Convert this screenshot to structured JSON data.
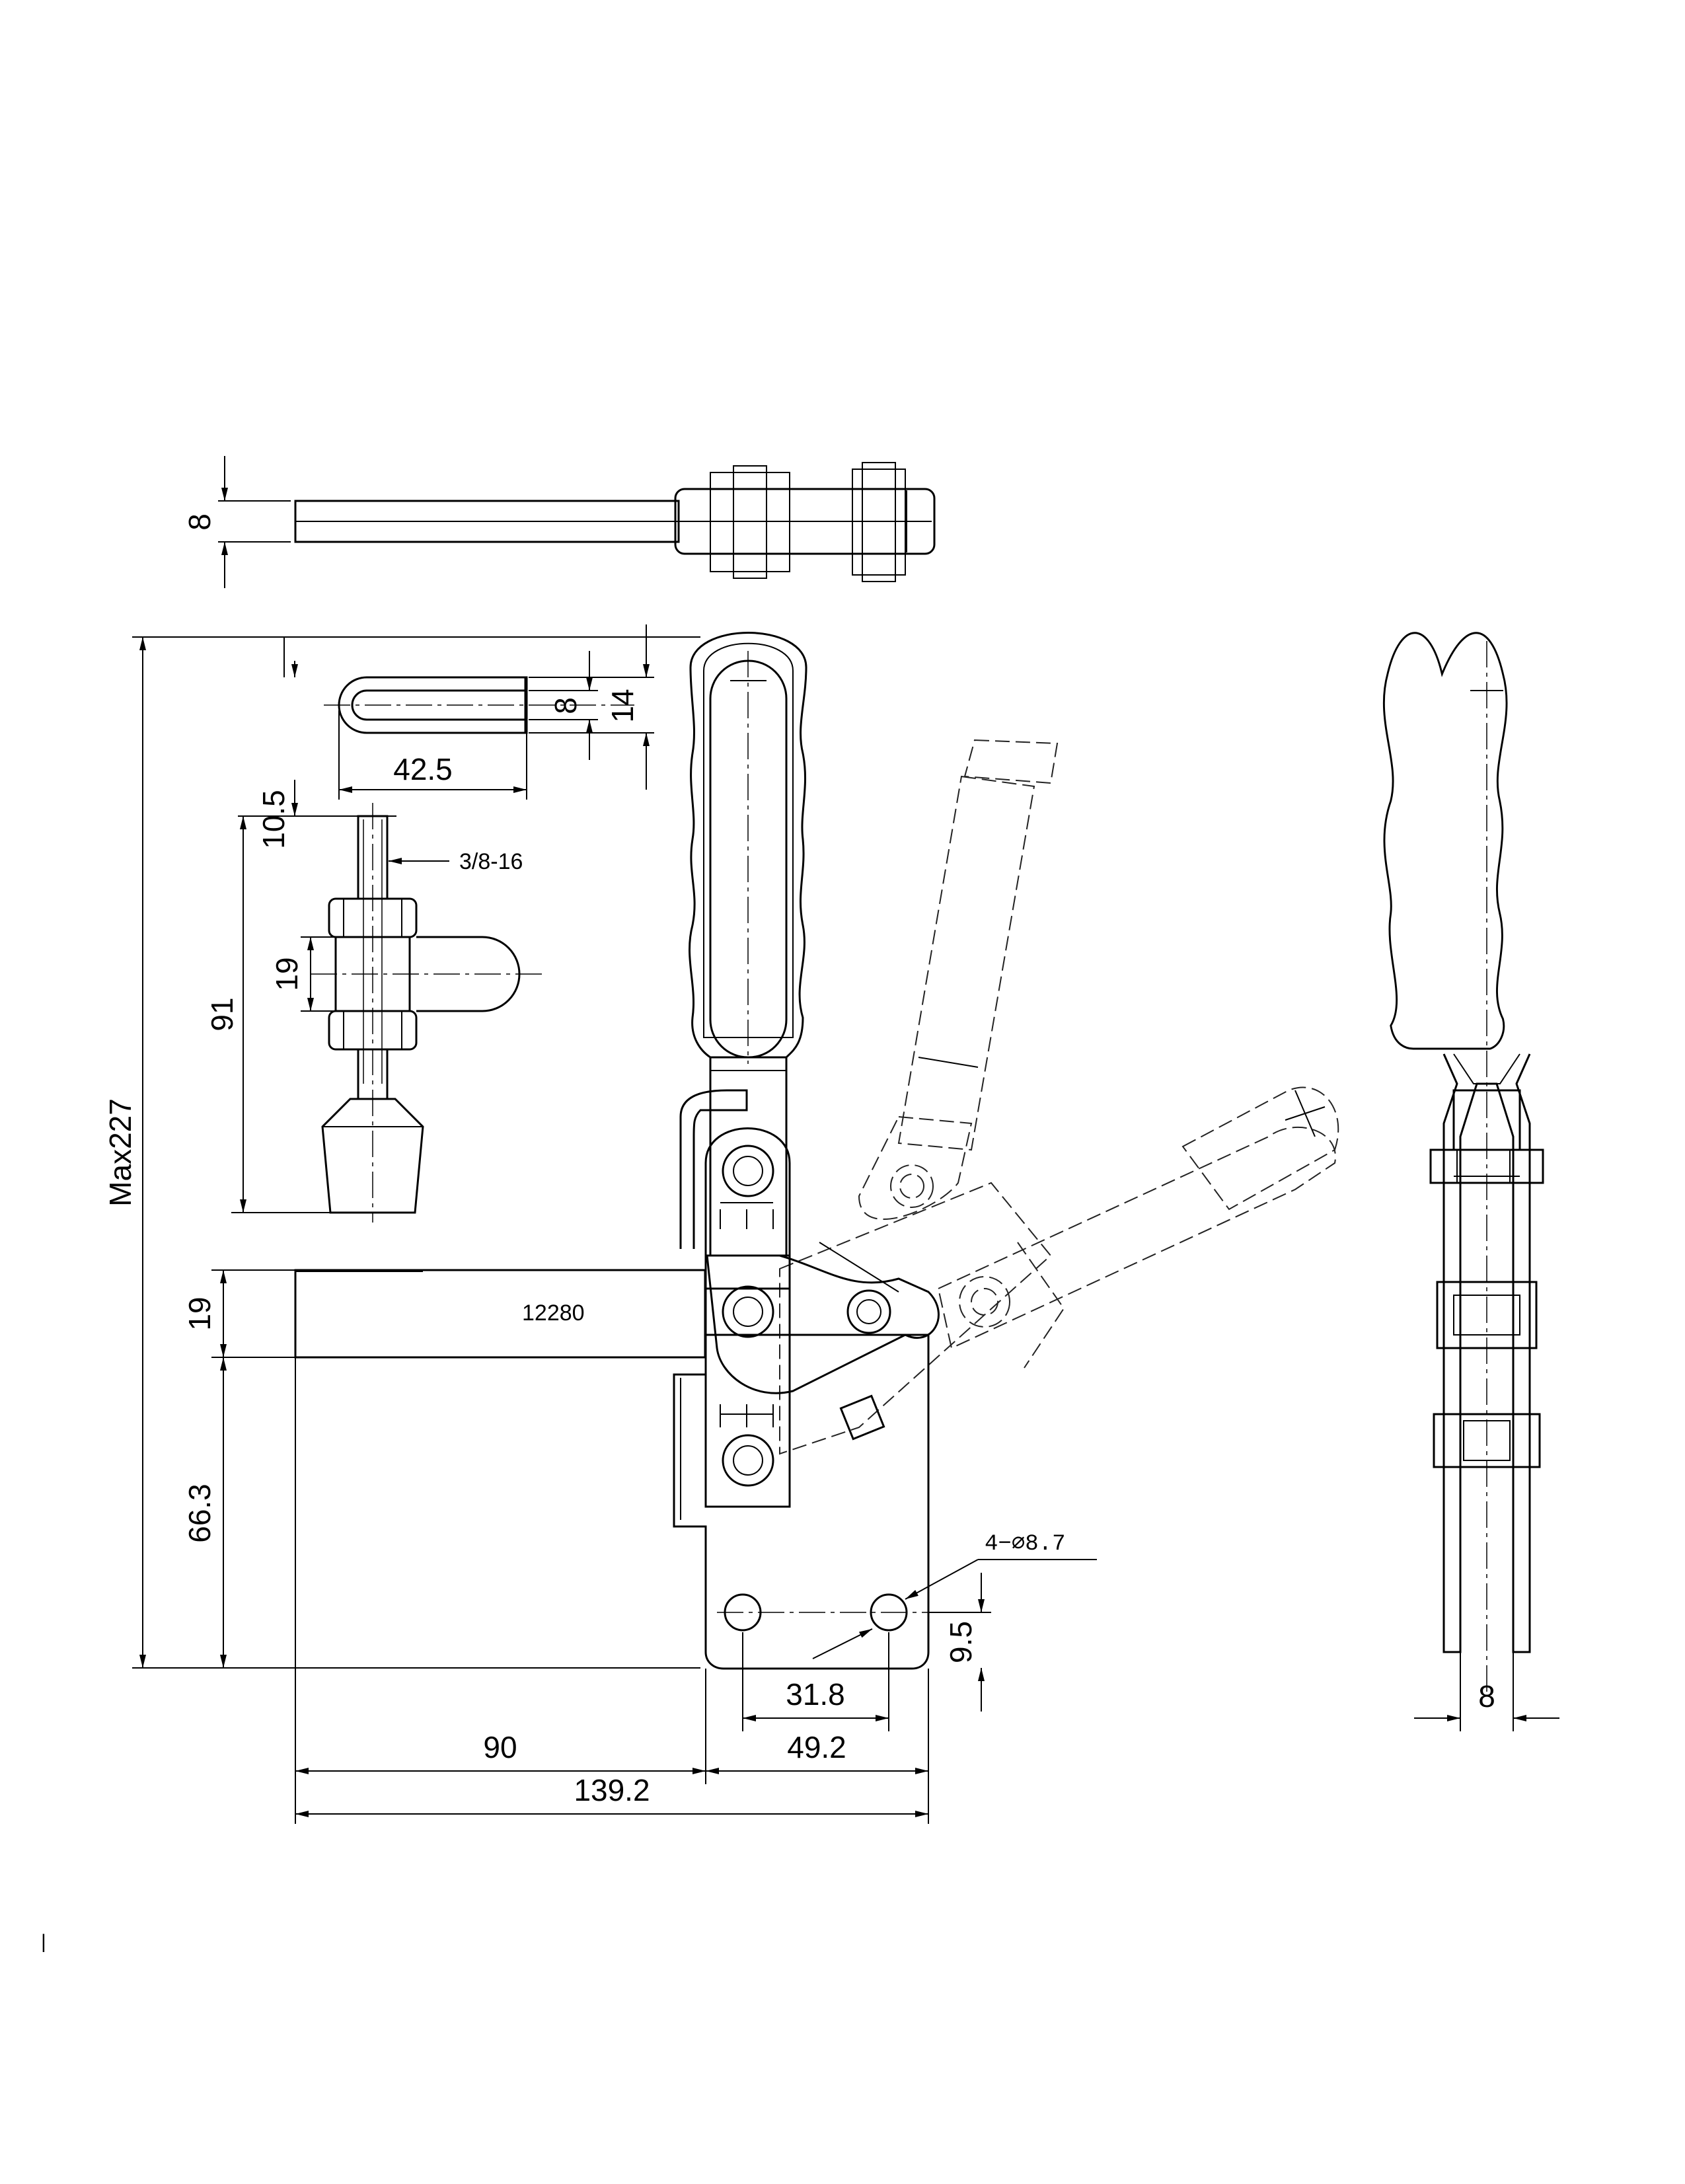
{
  "drawing": {
    "part_number": "12280",
    "thread_spec": "3/8-16",
    "hole_spec": "4−⌀8.7",
    "dims": {
      "top_thickness": "8",
      "max_height": "Max227",
      "slot_width": "8",
      "slot_outer": "14",
      "slot_length": "42.5",
      "spindle_offset": "10.5",
      "spindle_length": "91",
      "nut_height": "19",
      "bar_height": "19",
      "base_height": "66.3",
      "bar_length": "90",
      "base_width": "49.2",
      "hole_spacing": "31.8",
      "hole_offset": "9.5",
      "total_length": "139.2",
      "side_width": "8"
    },
    "footer_mark": "|"
  }
}
